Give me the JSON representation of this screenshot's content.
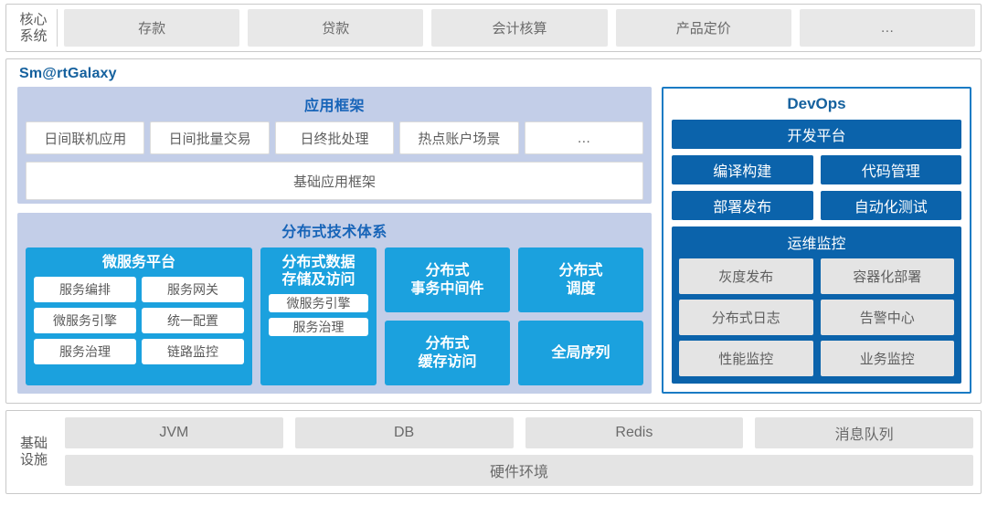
{
  "core_systems": {
    "label_line1": "核心",
    "label_line2": "系统",
    "items": [
      {
        "label": "存款"
      },
      {
        "label": "贷款"
      },
      {
        "label": "会计核算"
      },
      {
        "label": "产品定价"
      },
      {
        "label": "…"
      }
    ]
  },
  "galaxy": {
    "title": "Sm@rtGalaxy",
    "app_framework": {
      "title": "应用框架",
      "items": [
        {
          "label": "日间联机应用"
        },
        {
          "label": "日间批量交易"
        },
        {
          "label": "日终批处理"
        },
        {
          "label": "热点账户场景"
        },
        {
          "label": "…"
        }
      ],
      "base_bar": "基础应用框架"
    },
    "distributed": {
      "title": "分布式技术体系",
      "microservice": {
        "title": "微服务平台",
        "items": [
          [
            "服务编排",
            "服务网关"
          ],
          [
            "微服务引擎",
            "统一配置"
          ],
          [
            "服务治理",
            "链路监控"
          ]
        ]
      },
      "data_store": {
        "title": "分布式数据\n存储及访问",
        "title_line1": "分布式数据",
        "title_line2": "存储及访问",
        "items": [
          "微服务引擎",
          "服务治理"
        ]
      },
      "tiles": [
        {
          "line1": "分布式",
          "line2": "事务中间件"
        },
        {
          "line1": "分布式",
          "line2": "调度"
        },
        {
          "line1": "分布式",
          "line2": "缓存访问"
        },
        {
          "line1": "全局序列",
          "line2": ""
        }
      ]
    },
    "devops": {
      "title": "DevOps",
      "platform_bar": "开发平台",
      "rows": [
        [
          "编译构建",
          "代码管理"
        ],
        [
          "部署发布",
          "自动化测试"
        ]
      ],
      "ops": {
        "title": "运维监控",
        "rows": [
          [
            "灰度发布",
            "容器化部署"
          ],
          [
            "分布式日志",
            "告警中心"
          ],
          [
            "性能监控",
            "业务监控"
          ]
        ]
      }
    }
  },
  "infrastructure": {
    "label_line1": "基础",
    "label_line2": "设施",
    "items": [
      {
        "label": "JVM"
      },
      {
        "label": "DB"
      },
      {
        "label": "Redis"
      },
      {
        "label": "消息队列"
      }
    ],
    "hardware": "硬件环境"
  },
  "colors": {
    "bright_blue": "#1ba1de",
    "deep_blue": "#0b63ab",
    "title_blue": "#1764b8",
    "lavender": "#c3cee8",
    "chip_gray": "#e4e4e4"
  }
}
